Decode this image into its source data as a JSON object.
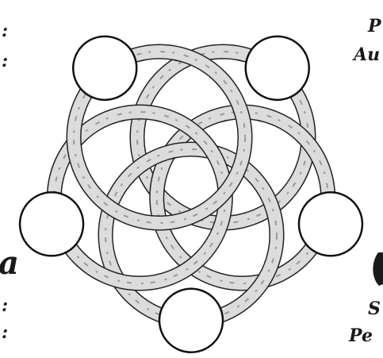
{
  "colors": {
    "ring_fill": "#dcdcdc",
    "ring_outline": "#222222",
    "node_fill": "#ffffff",
    "node_outline": "#111111",
    "ink": "#1a1a1a"
  },
  "diagram": {
    "ring_count": 5,
    "node_count": 5
  },
  "edge_text": {
    "top_left_colon_1": ":",
    "top_left_colon_2": ":",
    "top_right_line_1": "P",
    "top_right_line_2": "Au",
    "left_fragment": "a",
    "bottom_left_colon_1": ":",
    "bottom_left_colon_2": ":",
    "bottom_right_line_1": "S",
    "bottom_right_line_2": "Pe"
  }
}
